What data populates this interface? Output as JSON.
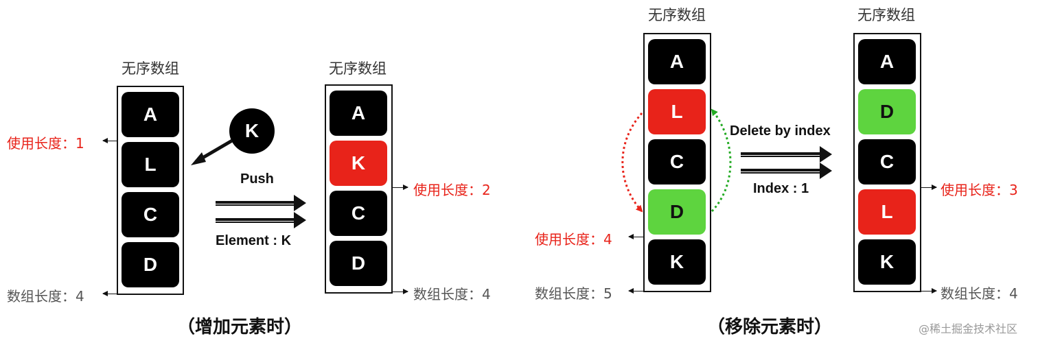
{
  "array_title": "无序数组",
  "push": {
    "before": {
      "cells": [
        "A",
        "L",
        "C",
        "D"
      ],
      "used_label": "使用长度：1",
      "length_label": "数组长度：4"
    },
    "new_element": "K",
    "operation": "Push",
    "operation_detail": "Element : K",
    "after": {
      "cells": [
        "A",
        "K",
        "C",
        "D"
      ],
      "used_label": "使用长度：2",
      "length_label": "数组长度：4"
    },
    "caption": "（增加元素时）"
  },
  "remove": {
    "before": {
      "cells": [
        "A",
        "L",
        "C",
        "D",
        "K"
      ],
      "used_label": "使用长度：4",
      "length_label": "数组长度：5"
    },
    "operation": "Delete by index",
    "operation_detail": "Index : 1",
    "after": {
      "cells": [
        "A",
        "D",
        "C",
        "L",
        "K"
      ],
      "used_label": "使用长度：3",
      "length_label": "数组长度：4"
    },
    "caption": "（移除元素时）"
  },
  "watermark": "@稀土掘金技术社区",
  "colors": {
    "cell": "#000000",
    "highlight_red": "#e8231a",
    "highlight_green": "#5ed43f",
    "label_red": "#e8231a"
  }
}
